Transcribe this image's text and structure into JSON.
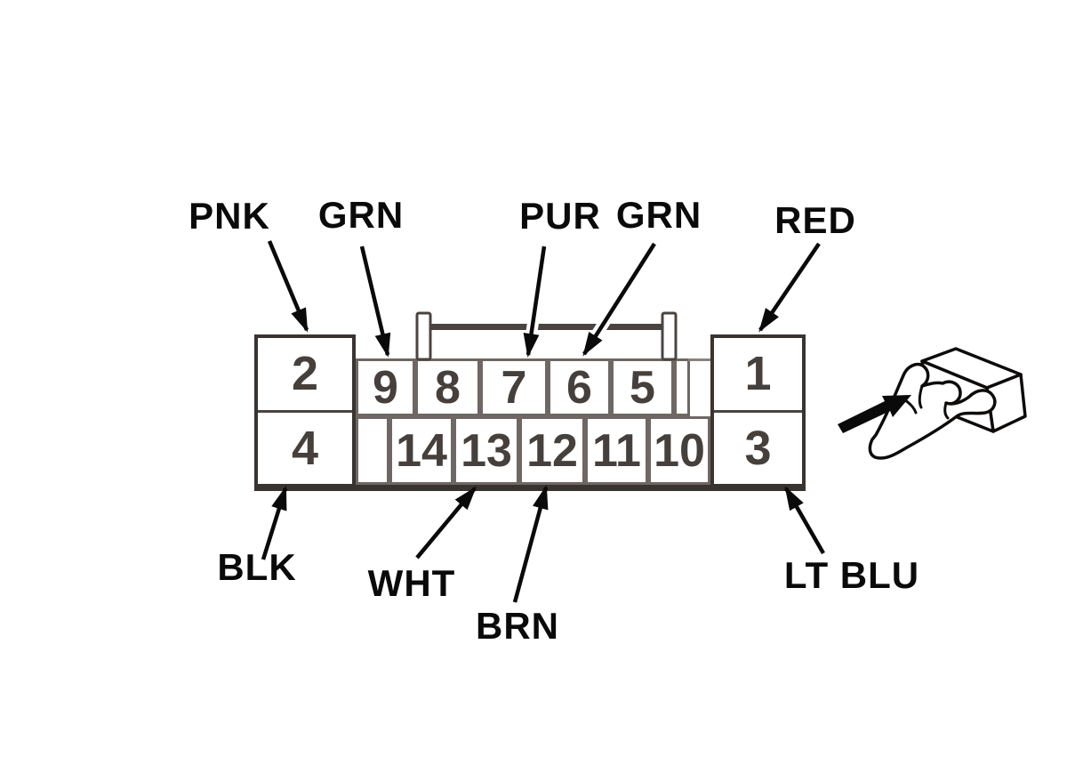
{
  "diagram": {
    "type": "connector-pinout",
    "background_color": "#ffffff",
    "line_color_dark": "#3a3431",
    "line_color_gray": "#6e6763",
    "number_color": "#46403c",
    "label_color": "#0a0a0a"
  },
  "connector": {
    "left_block": {
      "top_pin": "2",
      "bottom_pin": "4"
    },
    "right_block": {
      "top_pin": "1",
      "bottom_pin": "3"
    },
    "top_row_pins": [
      "9",
      "8",
      "7",
      "6",
      "5"
    ],
    "bottom_row_pins": [
      "14",
      "13",
      "12",
      "11",
      "10"
    ]
  },
  "wire_labels": {
    "top": [
      {
        "text": "PNK",
        "points_to_pin": "2"
      },
      {
        "text": "GRN",
        "points_to_pin": "9"
      },
      {
        "text": "PUR",
        "points_to_pin": "7"
      },
      {
        "text": "GRN",
        "points_to_pin": "6"
      },
      {
        "text": "RED",
        "points_to_pin": "1"
      }
    ],
    "bottom": [
      {
        "text": "BLK",
        "points_to_pin": "4"
      },
      {
        "text": "WHT",
        "points_to_pin": "13"
      },
      {
        "text": "BRN",
        "points_to_pin": "12"
      },
      {
        "text": "LT BLU",
        "points_to_pin": "3"
      }
    ]
  },
  "icons": [
    {
      "name": "hand-holding-connector-icon",
      "meaning": "connector viewed from terminal side"
    },
    {
      "name": "direction-arrow-icon",
      "meaning": "viewing direction"
    }
  ]
}
